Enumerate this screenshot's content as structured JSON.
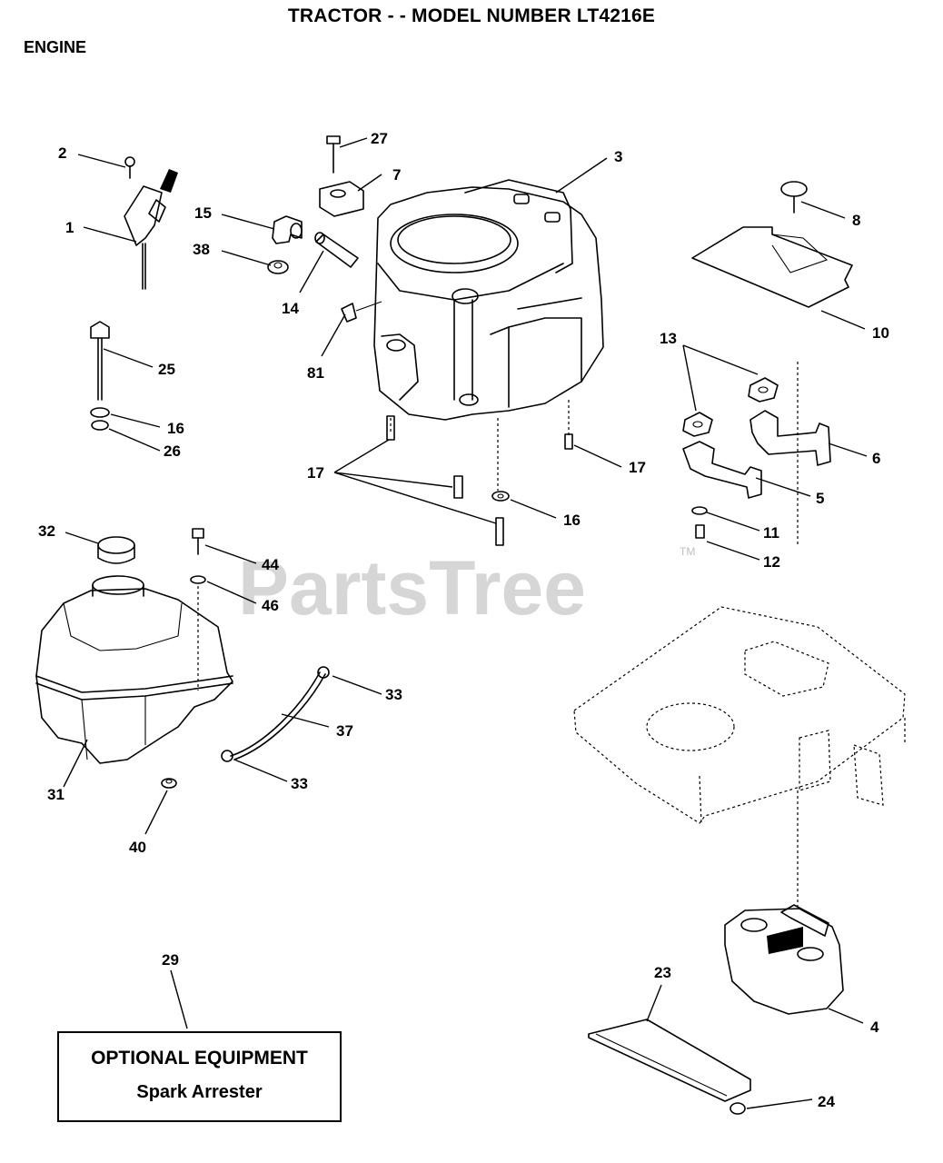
{
  "header": {
    "title": "TRACTOR - - MODEL NUMBER LT4216E",
    "section": "ENGINE"
  },
  "watermark": {
    "text": "PartsTree",
    "tm": "TM"
  },
  "optional": {
    "title": "OPTIONAL EQUIPMENT",
    "subtitle": "Spark Arrester"
  },
  "labels": {
    "l1": "1",
    "l2": "2",
    "l3": "3",
    "l4": "4",
    "l5": "5",
    "l6": "6",
    "l7": "7",
    "l8": "8",
    "l10": "10",
    "l11": "11",
    "l12": "12",
    "l13": "13",
    "l14": "14",
    "l15": "15",
    "l16a": "16",
    "l16b": "16",
    "l17a": "17",
    "l17b": "17",
    "l23": "23",
    "l24": "24",
    "l25": "25",
    "l26": "26",
    "l27": "27",
    "l29": "29",
    "l31": "31",
    "l32": "32",
    "l33a": "33",
    "l33b": "33",
    "l37": "37",
    "l38": "38",
    "l40": "40",
    "l44": "44",
    "l46": "46",
    "l81": "81"
  }
}
